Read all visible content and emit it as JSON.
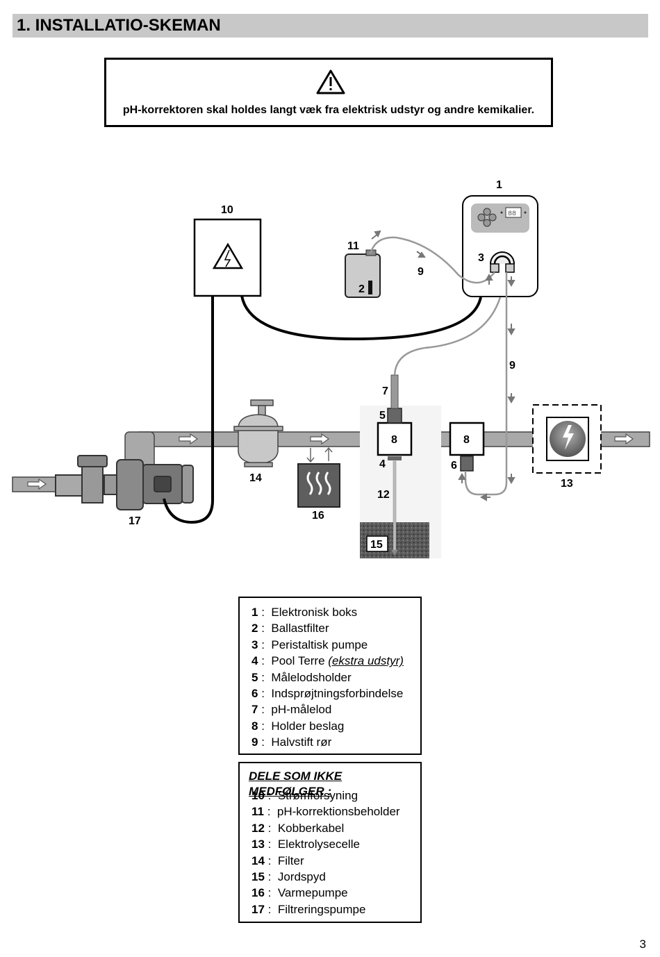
{
  "header": {
    "title": "1.  INSTALLATIO-SKEMAN"
  },
  "warning": {
    "text": "pH-korrektoren skal holdes langt væk fra elektrisk udstyr og andre kemikalier."
  },
  "diagram": {
    "callouts": {
      "n1": "1",
      "n2": "2",
      "n3": "3",
      "n4": "4",
      "n5": "5",
      "n6": "6",
      "n7": "7",
      "n8a": "8",
      "n8b": "8",
      "n9a": "9",
      "n9b": "9",
      "n10": "10",
      "n11": "11",
      "n12": "12",
      "n13": "13",
      "n14": "14",
      "n15": "15",
      "n16": "16",
      "n17": "17"
    },
    "display": "88"
  },
  "legend_included": [
    {
      "num": "1",
      "sep": " :  ",
      "label": "Elektronisk boks",
      "extra": ""
    },
    {
      "num": "2",
      "sep": " :  ",
      "label": "Ballastfilter",
      "extra": ""
    },
    {
      "num": "3",
      "sep": " :  ",
      "label": "Peristaltisk pumpe",
      "extra": ""
    },
    {
      "num": "4",
      "sep": " :  ",
      "label": "Pool Terre ",
      "extra": "(ekstra udstyr)"
    },
    {
      "num": "5",
      "sep": " :  ",
      "label": "Målelodsholder",
      "extra": ""
    },
    {
      "num": "6",
      "sep": " :  ",
      "label": "Indsprøjtningsforbindelse",
      "extra": ""
    },
    {
      "num": "7",
      "sep": " :  ",
      "label": "pH-målelod",
      "extra": ""
    },
    {
      "num": "8",
      "sep": " :  ",
      "label": "Holder beslag",
      "extra": ""
    },
    {
      "num": "9",
      "sep": " :  ",
      "label": "Halvstift rør",
      "extra": ""
    }
  ],
  "legend_not_included": {
    "title": "DELE SOM IKKE MEDFØLGER :",
    "items": [
      {
        "num": "10",
        "sep": " :  ",
        "label": "Strømforsyning"
      },
      {
        "num": "11",
        "sep": " :  ",
        "label": "pH-korrektionsbeholder"
      },
      {
        "num": "12",
        "sep": " :  ",
        "label": "Kobberkabel"
      },
      {
        "num": "13",
        "sep": " :  ",
        "label": "Elektrolysecelle"
      },
      {
        "num": "14",
        "sep": " :  ",
        "label": "Filter"
      },
      {
        "num": "15",
        "sep": " :  ",
        "label": "Jordspyd"
      },
      {
        "num": "16",
        "sep": " :  ",
        "label": "Varmepumpe"
      },
      {
        "num": "17",
        "sep": " :  ",
        "label": "Filtreringspumpe"
      }
    ]
  },
  "page_number": "3"
}
